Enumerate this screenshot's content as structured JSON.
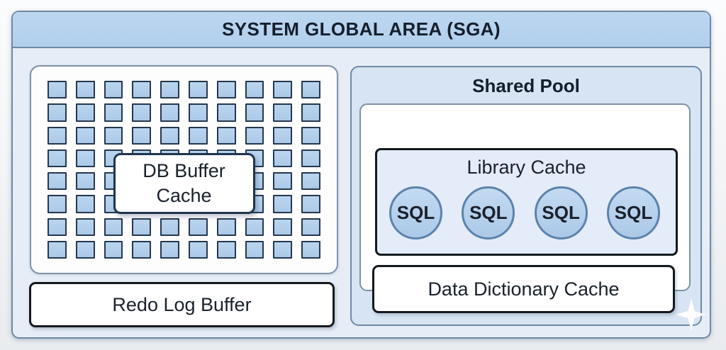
{
  "header": {
    "title": "SYSTEM GLOBAL AREA (SGA)"
  },
  "diagram": {
    "db_buffer_cache": {
      "label": "DB Buffer Cache",
      "grid": {
        "columns": 10,
        "rows": 8
      }
    },
    "redo_log_buffer": {
      "label": "Redo Log Buffer"
    },
    "shared_pool": {
      "title": "Shared Pool",
      "library_cache": {
        "title": "Library Cache",
        "sql_items": [
          "SQL",
          "SQL",
          "SQL",
          "SQL"
        ]
      },
      "data_dictionary_cache": {
        "label": "Data Dictionary Cache"
      }
    }
  },
  "icons": {
    "sparkle": "four-pointed-star-watermark"
  },
  "colors": {
    "header_blue": "#b1cfec",
    "sga_body": "#e6edf6",
    "shared_pool_bg": "#d7e4f3",
    "library_bg": "#e3ecf8",
    "block_blue": "#abc9e8",
    "block_border": "#26384d",
    "circle_border": "#5d83ac",
    "steel_border": "#6d89a7",
    "soft_border": "#7e92a8",
    "navy_border": "#20344d",
    "black_border": "#15191e",
    "header_text": "#141f2c",
    "text_color": "#1a212b"
  }
}
